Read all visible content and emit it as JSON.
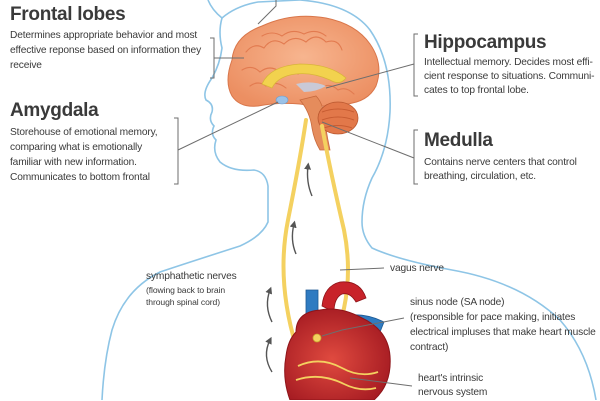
{
  "labels": {
    "frontal_lobes": {
      "title": "Frontal lobes",
      "lines": [
        "Determines appropriate behavior and most",
        "effective reponse based on information they",
        "receive"
      ]
    },
    "amygdala": {
      "title": "Amygdala",
      "lines": [
        "Storehouse of emotional memory,",
        "comparing what is emotionally",
        "familiar with new information.",
        "Communicates to bottom frontal"
      ]
    },
    "hippocampus": {
      "title": "Hippocampus",
      "lines": [
        "Intellectual memory. Decides most effi-",
        "cient response to situations.  Communi-",
        "cates to top frontal lobe."
      ]
    },
    "medulla": {
      "title": "Medulla",
      "lines": [
        "Contains nerve centers that control",
        "breathing, circulation, etc."
      ]
    },
    "sympathetic": {
      "title": "symphathetic nerves",
      "lines": [
        "(flowing back to brain",
        "through spinal cord)"
      ]
    },
    "vagus": {
      "title": "vagus nerve"
    },
    "sinus_node": {
      "title": "sinus node (SA node)",
      "lines": [
        "(responsible for pace making, initiates",
        "electrical impluses that make heart muscle",
        "contract)"
      ]
    },
    "intrinsic": {
      "lines": [
        "heart's intrinsic",
        "nervous system"
      ]
    }
  },
  "colors": {
    "outline": "#8ec5e6",
    "brain": "#f4a37a",
    "brain_fold": "#e8865a",
    "limbic": "#f2d24e",
    "cerebellum": "#e2784a",
    "nerve": "#f4d160",
    "heart": "#c8232a",
    "vessel_blue": "#2f7bc1",
    "pointer": "#6e6e6e",
    "arrow": "#555555"
  }
}
